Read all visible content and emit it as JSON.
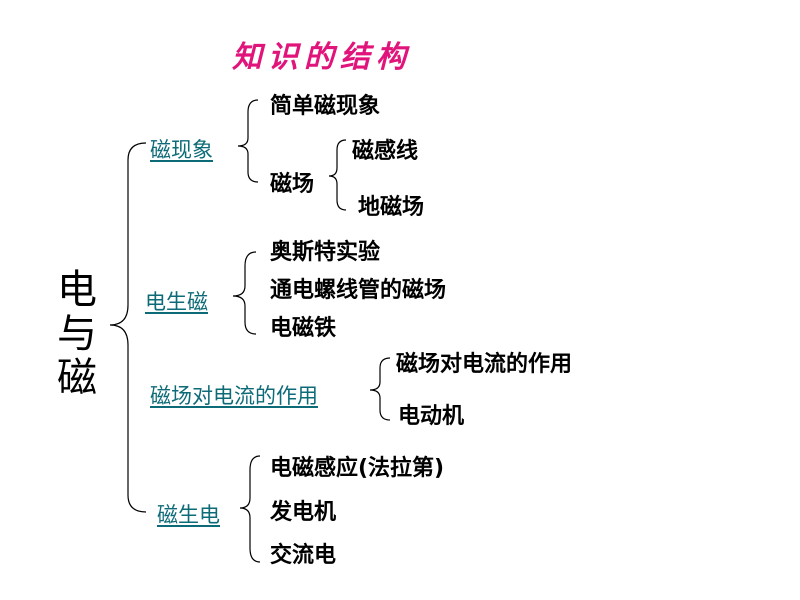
{
  "title": "知识的结构",
  "root": [
    "电",
    "与",
    "磁"
  ],
  "categories": [
    {
      "label": "磁现象",
      "items": [
        "简单磁现象",
        "磁场"
      ],
      "sub": {
        "parent": "磁场",
        "items": [
          "磁感线",
          "地磁场"
        ]
      }
    },
    {
      "label": "电生磁",
      "items": [
        "奥斯特实验",
        "通电螺线管的磁场",
        "电磁铁"
      ]
    },
    {
      "label": "磁场对电流的作用",
      "items": [
        "磁场对电流的作用",
        "电动机"
      ]
    },
    {
      "label": "磁生电",
      "items": [
        "电磁感应(法拉第)",
        "发电机",
        "交流电"
      ]
    }
  ]
}
